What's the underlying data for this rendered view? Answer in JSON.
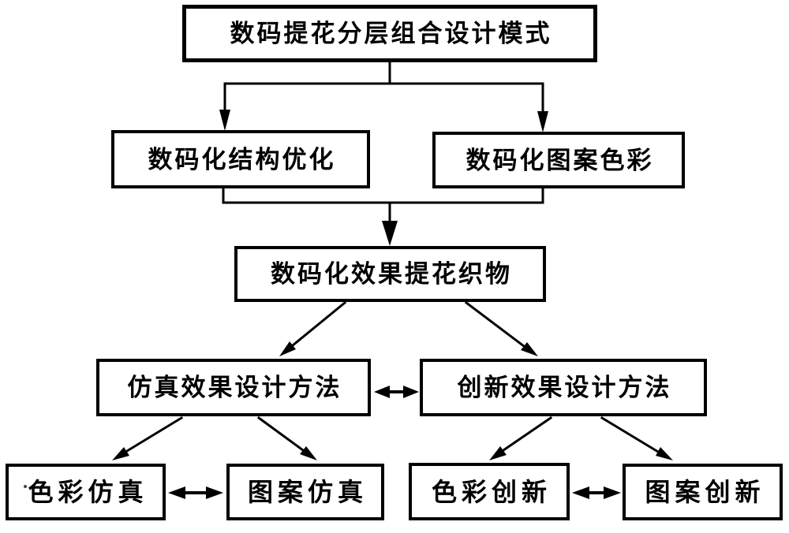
{
  "diagram": {
    "nodes": {
      "root": {
        "label": "数码提花分层组合设计模式"
      },
      "structure": {
        "label": "数码化结构优化"
      },
      "pattern_color": {
        "label": "数码化图案色彩"
      },
      "fabric": {
        "label": "数码化效果提花织物"
      },
      "simulation": {
        "label": "仿真效果设计方法"
      },
      "innovation": {
        "label": "创新效果设计方法"
      },
      "color_sim": {
        "label": "色彩仿真"
      },
      "pattern_sim": {
        "label": "图案仿真"
      },
      "color_inno": {
        "label": "色彩创新"
      },
      "pattern_inno": {
        "label": "图案创新"
      }
    },
    "edges": [
      {
        "from": "root",
        "to": "structure",
        "type": "arrow"
      },
      {
        "from": "root",
        "to": "pattern_color",
        "type": "arrow"
      },
      {
        "from": "structure",
        "to": "fabric",
        "type": "arrow"
      },
      {
        "from": "pattern_color",
        "to": "fabric",
        "type": "arrow"
      },
      {
        "from": "fabric",
        "to": "simulation",
        "type": "arrow"
      },
      {
        "from": "fabric",
        "to": "innovation",
        "type": "arrow"
      },
      {
        "from": "simulation",
        "to": "innovation",
        "type": "double-arrow"
      },
      {
        "from": "simulation",
        "to": "color_sim",
        "type": "arrow"
      },
      {
        "from": "simulation",
        "to": "pattern_sim",
        "type": "arrow"
      },
      {
        "from": "color_sim",
        "to": "pattern_sim",
        "type": "double-arrow"
      },
      {
        "from": "innovation",
        "to": "color_inno",
        "type": "arrow"
      },
      {
        "from": "innovation",
        "to": "pattern_inno",
        "type": "arrow"
      },
      {
        "from": "color_inno",
        "to": "pattern_inno",
        "type": "double-arrow"
      }
    ],
    "colors": {
      "line": "#000000",
      "box_border": "#000000",
      "box_background": "#ffffff",
      "text": "#000000",
      "page_background": "#ffffff"
    }
  }
}
